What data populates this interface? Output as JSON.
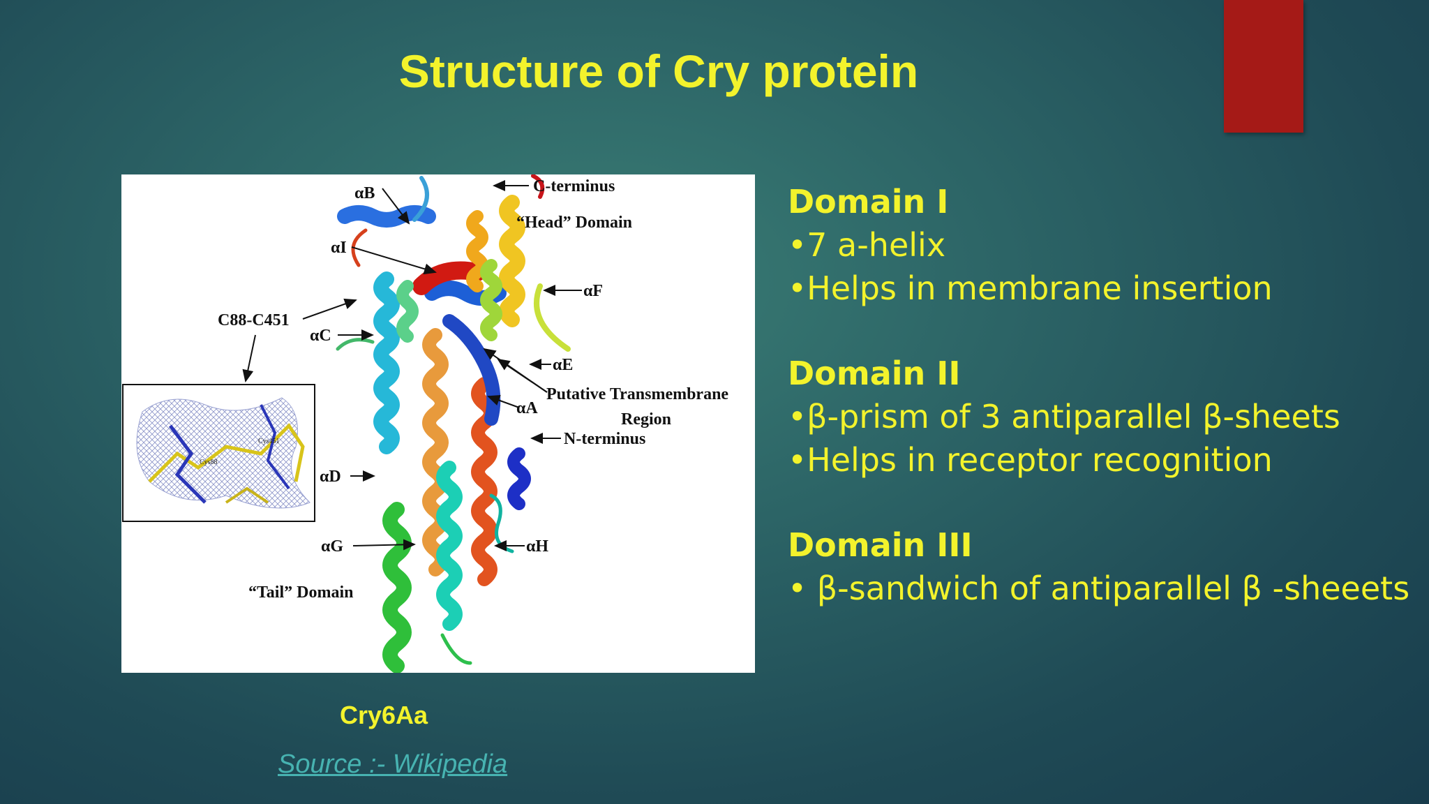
{
  "slide": {
    "title": "Structure of Cry protein",
    "accent_color": "#a51a17",
    "text_color": "#f3f32c",
    "link_color": "#47b3b1"
  },
  "figure": {
    "labels": {
      "c_terminus": "C-terminus",
      "head_domain": "“Head” Domain",
      "alpha_b": "αB",
      "alpha_i": "αI",
      "alpha_f": "αF",
      "c88_c451": "C88-C451",
      "alpha_c": "αC",
      "alpha_e": "αE",
      "putative_tm": "Putative Transmembrane",
      "region": "Region",
      "alpha_a": "αA",
      "n_terminus": "N-terminus",
      "alpha_d": "αD",
      "alpha_g": "αG",
      "alpha_h": "αH",
      "tail_domain": "“Tail” Domain",
      "cys451": "Cys451",
      "cys88": "Cys88"
    },
    "caption": "Cry6Aa",
    "source": "Source :- Wikipedia"
  },
  "domains": [
    {
      "heading": "Domain I",
      "bullets": [
        "•7 a-helix",
        "•Helps in membrane insertion"
      ]
    },
    {
      "heading": "Domain II",
      "bullets": [
        "•β-prism of 3 antiparallel β-sheets",
        "•Helps in receptor recognition"
      ]
    },
    {
      "heading": "Domain III",
      "bullets": [
        "• β-sandwich of antiparallel β -sheeets"
      ]
    }
  ]
}
